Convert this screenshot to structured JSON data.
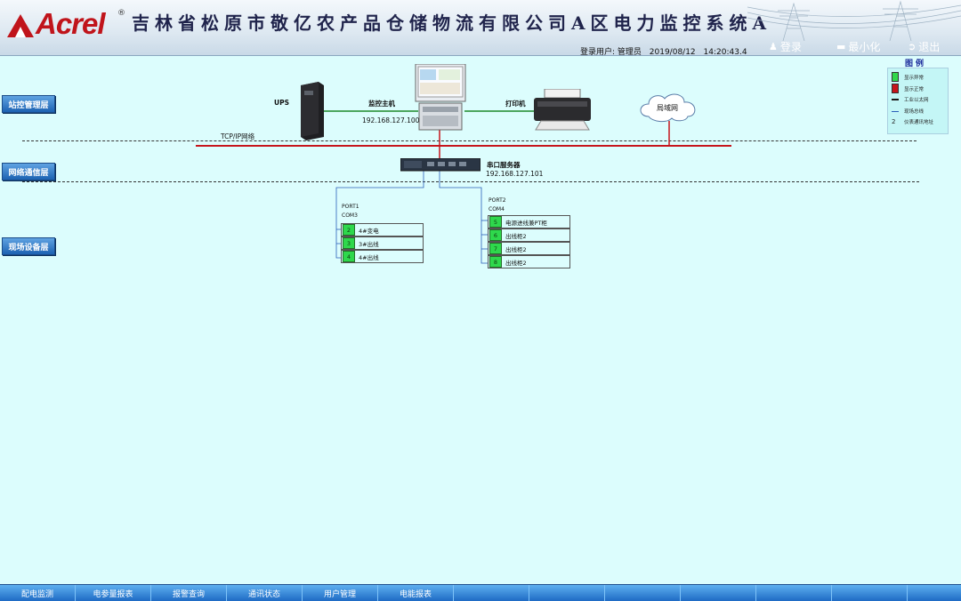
{
  "header": {
    "logo": "Acrel",
    "logo_reg": "®",
    "title": "吉林省松原市敬亿农产品仓储物流有限公司A区电力监控系统A",
    "login_label": "登录用户: 管理员",
    "date": "2019/08/12",
    "time": "14:20:43.4",
    "buttons": {
      "login": "登录",
      "minimize": "最小化",
      "exit": "退出"
    }
  },
  "layers": {
    "station": "站控管理层",
    "network": "网络通信层",
    "field": "现场设备层"
  },
  "topology": {
    "ups_label": "UPS",
    "host_label": "监控主机",
    "host_ip": "192.168.127.100",
    "printer_label": "打印机",
    "lan_label": "局域网",
    "tcp_label": "TCP/IP网络",
    "serial_label": "串口服务器",
    "serial_ip": "192.168.127.101",
    "port1": "PORT1",
    "com1": "COM3",
    "port2": "PORT2",
    "com2": "COM4"
  },
  "legend": {
    "title": "图例",
    "items": [
      "显示异常",
      "显示正常",
      "工业以太网",
      "现场总线",
      "仪表通讯地址"
    ],
    "address_symbol": "2",
    "colors": {
      "abnormal": "#2fd84b",
      "normal": "#c6151c",
      "ethernet": "#1a1a1a",
      "fieldbus": "#2a5eb8"
    }
  },
  "port1_devices": [
    {
      "num": "2",
      "name": "4#变电"
    },
    {
      "num": "3",
      "name": "3#出线"
    },
    {
      "num": "4",
      "name": "4#出线"
    }
  ],
  "port2_devices": [
    {
      "num": "5",
      "name": "电源进线兼PT柜"
    },
    {
      "num": "6",
      "name": "出线柜2"
    },
    {
      "num": "7",
      "name": "出线柜2"
    },
    {
      "num": "8",
      "name": "出线柜2"
    }
  ],
  "nav": [
    "配电监测",
    "电参量报表",
    "报警查询",
    "通讯状态",
    "用户管理",
    "电能报表",
    "",
    "",
    "",
    "",
    "",
    "",
    ""
  ]
}
